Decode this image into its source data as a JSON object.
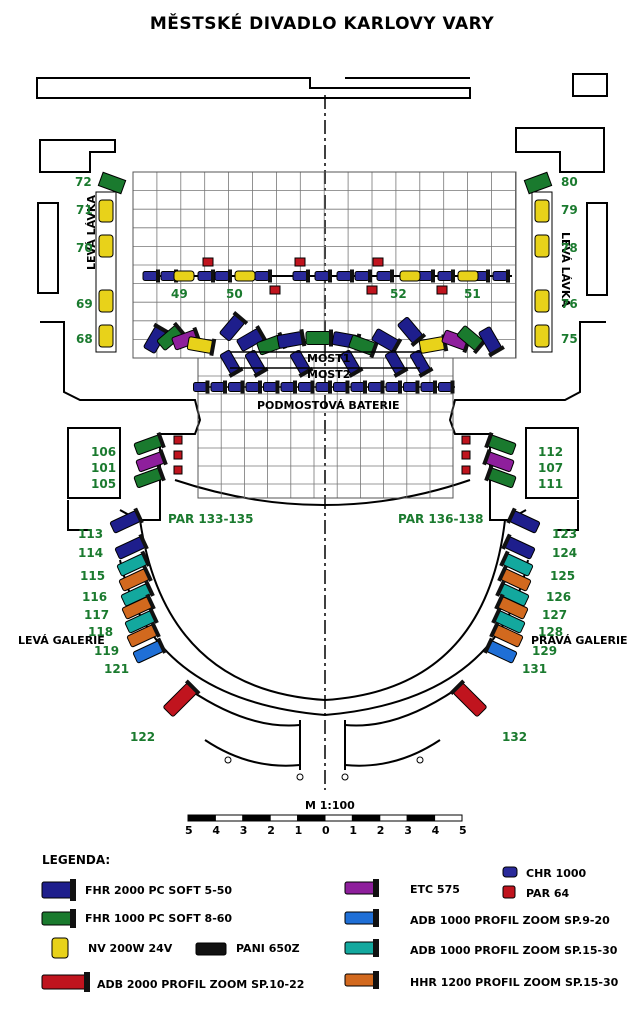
{
  "title": "MĚSTSKÉ DIVADLO KARLOVY VARY",
  "left_bridge_label": "LEVÁ LÁVKA",
  "right_bridge_label": "LEVÁ LÁVKA",
  "left_gallery_label": "LEVÁ GALERIE",
  "right_gallery_label": "PRAVÁ GALERIE",
  "most1": "MOST1",
  "most2": "MOST2",
  "podmost": "PODMOSTOVÁ BATERIE",
  "par_left": "PAR 133-135",
  "par_right": "PAR 136-138",
  "pipe_labels": [
    "49",
    "50",
    "52",
    "51"
  ],
  "left_bridge_numbers": [
    "72",
    "71",
    "70",
    "69",
    "68"
  ],
  "right_bridge_numbers": [
    "80",
    "79",
    "78",
    "76",
    "75"
  ],
  "left_box_numbers": [
    "106",
    "101",
    "105"
  ],
  "right_box_numbers": [
    "112",
    "107",
    "111"
  ],
  "left_gallery_numbers": [
    "113",
    "114",
    "115",
    "116",
    "117",
    "118",
    "119",
    "121",
    "122"
  ],
  "right_gallery_numbers": [
    "123",
    "124",
    "125",
    "126",
    "127",
    "128",
    "129",
    "131",
    "132"
  ],
  "scale": {
    "label": "M 1:100",
    "ticks": [
      "5",
      "4",
      "3",
      "2",
      "1",
      "0",
      "1",
      "2",
      "3",
      "4",
      "5"
    ]
  },
  "legend": {
    "heading": "LEGENDA:",
    "items": [
      {
        "label": "FHR  2000 PC SOFT 5-50",
        "color": "#1e1e8c"
      },
      {
        "label": "FHR  1000 PC SOFT 8-60",
        "color": "#1a7a2e"
      },
      {
        "label": "NV 200W 24V",
        "color": "#e8d21a"
      },
      {
        "label": "PANI 650Z",
        "color": "#111111"
      },
      {
        "label": "ADB 2000 PROFIL ZOOM SP.10-22",
        "color": "#c0141e"
      },
      {
        "label": "ETC 575",
        "color": "#8e1f9c"
      },
      {
        "label": "ADB 1000 PROFIL ZOOM SP.9-20",
        "color": "#1f6fd6"
      },
      {
        "label": "ADB 1000 PROFIL ZOOM SP.15-30",
        "color": "#13a89e"
      },
      {
        "label": "HHR 1200 PROFIL ZOOM SP.15-30",
        "color": "#d2691e"
      },
      {
        "label": "CHR 1000",
        "color": "#2a2a9a"
      },
      {
        "label": "PAR 64",
        "color": "#c0141e"
      }
    ]
  }
}
